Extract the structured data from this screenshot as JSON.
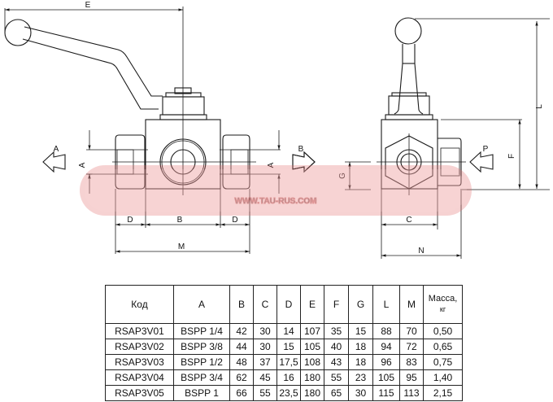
{
  "drawing": {
    "front_view": {
      "dimensions": {
        "E": "E",
        "A_left": "A",
        "A_right": "A",
        "D_left": "D",
        "B": "B",
        "D_right": "D",
        "M": "M"
      },
      "flow_arrows": {
        "left": "A",
        "right": "B"
      }
    },
    "side_view": {
      "dimensions": {
        "L": "L",
        "F": "F",
        "G": "G",
        "C": "C",
        "N": "N"
      },
      "flow_arrows": {
        "left": "B",
        "right": "P"
      }
    },
    "watermark": {
      "text": "WWW.TAU-RUS.COM",
      "color": "#e05050"
    }
  },
  "table": {
    "headers": [
      "Код",
      "A",
      "B",
      "C",
      "D",
      "E",
      "F",
      "G",
      "L",
      "M"
    ],
    "mass_header": {
      "label": "Масса,",
      "unit": "кг"
    },
    "rows": [
      [
        "RSAP3V01",
        "BSPP 1/4",
        "42",
        "30",
        "14",
        "107",
        "35",
        "15",
        "88",
        "70",
        "0,50"
      ],
      [
        "RSAP3V02",
        "BSPP 3/8",
        "44",
        "30",
        "15",
        "105",
        "40",
        "18",
        "94",
        "72",
        "0,65"
      ],
      [
        "RSAP3V03",
        "BSPP 1/2",
        "48",
        "37",
        "17,5",
        "108",
        "43",
        "18",
        "96",
        "83",
        "0,75"
      ],
      [
        "RSAP3V04",
        "BSPP 3/4",
        "62",
        "45",
        "16",
        "180",
        "55",
        "23",
        "105",
        "95",
        "1,40"
      ],
      [
        "RSAP3V05",
        "BSPP 1",
        "66",
        "55",
        "23,5",
        "180",
        "65",
        "30",
        "115",
        "113",
        "2,15"
      ]
    ]
  }
}
